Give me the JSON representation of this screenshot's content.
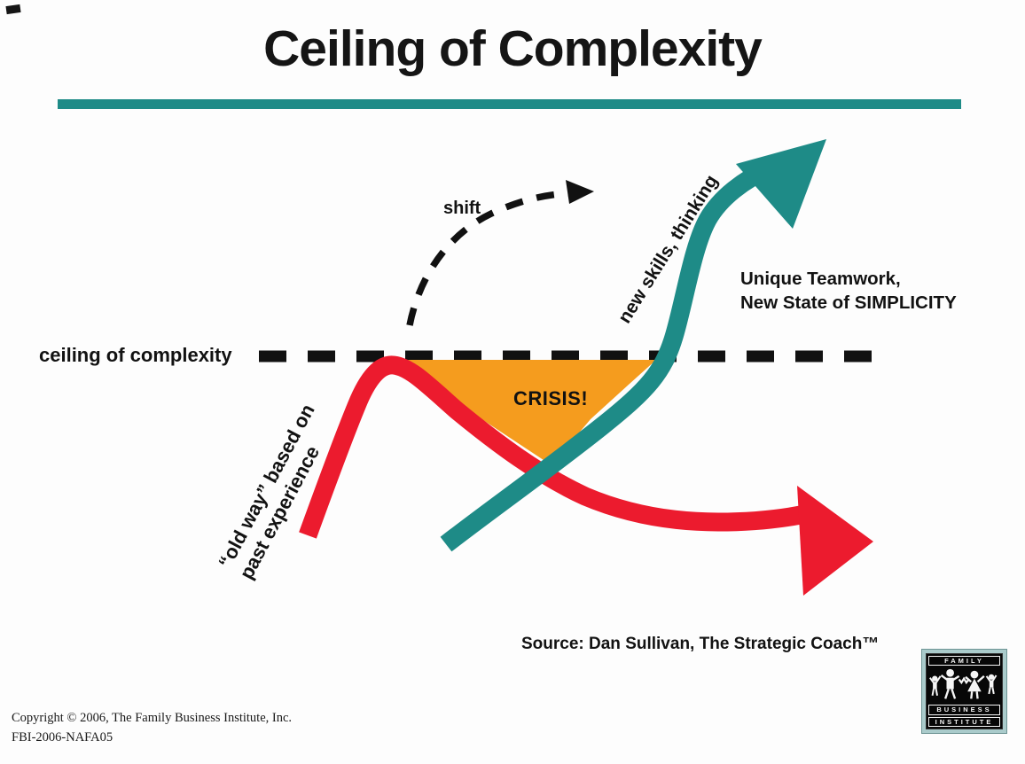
{
  "title": "Ceiling of Complexity",
  "colors": {
    "teal": "#1E8B87",
    "red": "#EC1B2E",
    "orange": "#F59C1E",
    "line_black": "#111111"
  },
  "diagram": {
    "shift_label": "shift",
    "ceiling_label": "ceiling of complexity",
    "crisis_label": "CRISIS!",
    "old_way_line1": "“old way” based on",
    "old_way_line2": "past experience",
    "new_skills_label": "new skills, thinking",
    "outcome_line1": "Unique Teamwork,",
    "outcome_line2": "New State of SIMPLICITY"
  },
  "source_label": "Source:  Dan Sullivan, The Strategic Coach™",
  "footer": {
    "copyright_line1": "Copyright © 2006, The Family Business Institute, Inc.",
    "copyright_line2": "FBI-2006-NAFA05"
  },
  "logo": {
    "line1": "FAMILY",
    "line2": "BUSINESS",
    "line3": "INSTITUTE"
  }
}
